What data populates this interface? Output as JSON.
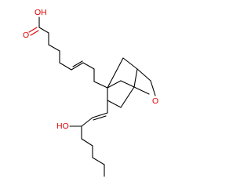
{
  "molecule": {
    "labels": {
      "carboxyl_oh": "OH",
      "carbonyl_o": "O",
      "ring_o": "O",
      "hydroxyl": "HO"
    },
    "colors": {
      "bond": "#000000",
      "heteroatom": "#e00000",
      "background": "#ffffff"
    }
  }
}
